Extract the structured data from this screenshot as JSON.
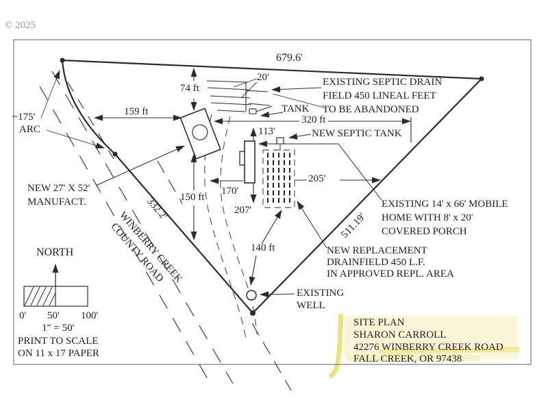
{
  "watermark": "© 2025",
  "plan": {
    "boundary": {
      "top_length": "679.6'",
      "right_length": "511.19'",
      "road_length": "332.2'",
      "arc_line1": "~175'",
      "arc_line2": "ARC"
    },
    "dims": {
      "d20": "20'",
      "d74": "74 ft",
      "d113": "113'",
      "d140": "140 ft",
      "d150": "150 ft",
      "d159": "159 ft",
      "d170": "170'",
      "d205": "205'",
      "d207": "207'",
      "d320": "320 ft"
    },
    "labels": {
      "tank": "TANK",
      "septic_drain": [
        "EXISTING SEPTIC DRAIN",
        "FIELD 450 LINEAL FEET",
        "TO BE ABANDONED"
      ],
      "new_septic_tank": "NEW SEPTIC TANK",
      "manufact": [
        "NEW 27' X 52'",
        "MANUFACT."
      ],
      "mobile_home": [
        "EXISTING 14' x 66' MOBILE",
        "HOME WITH 8' x 20'",
        "COVERED PORCH"
      ],
      "replacement": [
        "NEW REPLACEMENT",
        "DRAINFIELD 450 L.F.",
        "IN APPROVED REPL. AREA"
      ],
      "well": [
        "EXISTING",
        "WELL"
      ],
      "road": [
        "WINBERRY CREEK",
        "COUNTY ROAD"
      ]
    },
    "north_label": "NORTH",
    "scale": {
      "t0": "0'",
      "t50": "50'",
      "t100": "100'",
      "ratio": "1\" = 50'",
      "note1": "PRINT TO SCALE",
      "note2": "ON 11 x 17 PAPER"
    },
    "title_block": [
      "SITE PLAN",
      "SHARON CARROLL",
      "42276 WINBERRY CREEK ROAD",
      "FALL CREEK, OR 97438"
    ],
    "colors": {
      "ink": "#2b2b2b",
      "highlight_stroke": "#ecdf72",
      "highlight_wash": "#fbf6d8"
    }
  }
}
